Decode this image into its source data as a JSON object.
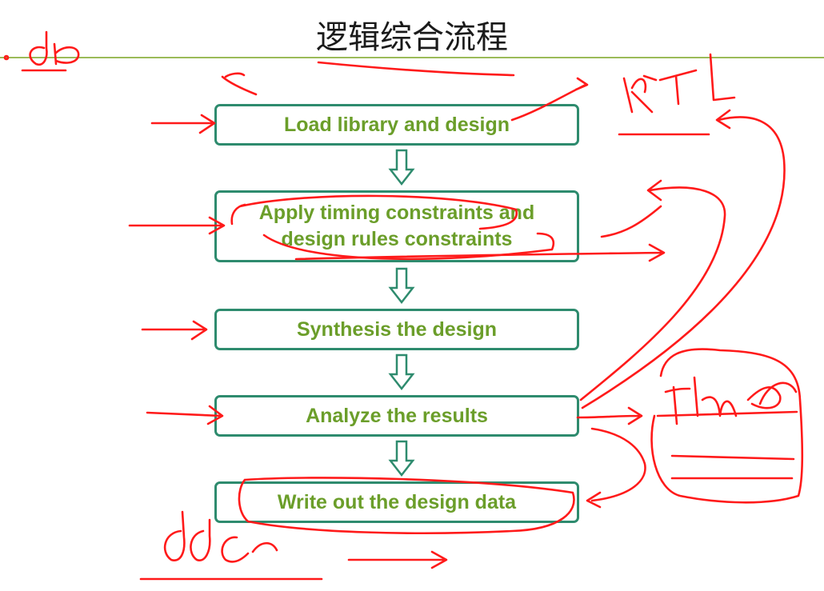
{
  "slide": {
    "title": "逻辑综合流程",
    "steps": [
      {
        "label": "Load library and design"
      },
      {
        "label": "Apply timing constraints and\ndesign rules constraints"
      },
      {
        "label": "Synthesis the design"
      },
      {
        "label": "Analyze the results"
      },
      {
        "label": "Write out the design data"
      }
    ]
  },
  "colors": {
    "accent_line": "#9bbb59",
    "box_border": "#2e8b6e",
    "step_text": "#6b9e2a",
    "ink": "#ff1a1a"
  }
}
